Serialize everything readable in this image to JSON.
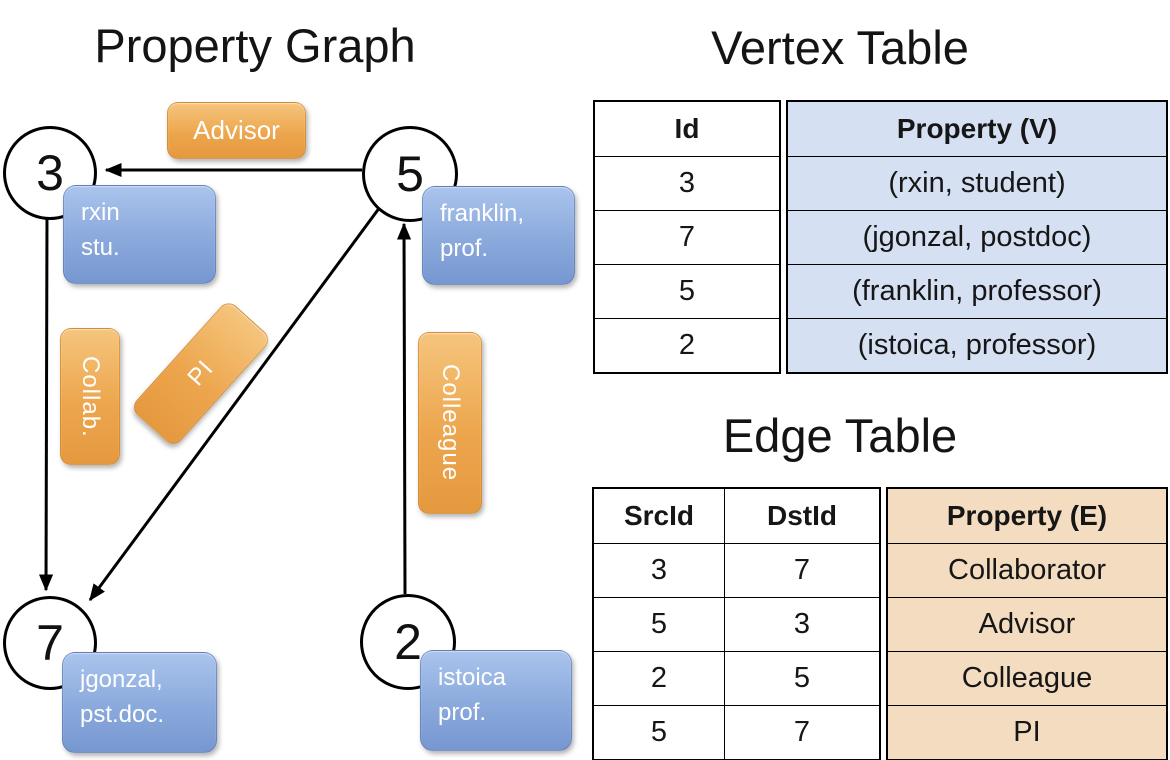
{
  "graph": {
    "title": "Property Graph",
    "nodes": [
      {
        "id": "3",
        "property_lines": [
          "rxin",
          "stu."
        ]
      },
      {
        "id": "5",
        "property_lines": [
          "franklin,",
          "prof."
        ]
      },
      {
        "id": "7",
        "property_lines": [
          "jgonzal,",
          "pst.doc."
        ]
      },
      {
        "id": "2",
        "property_lines": [
          "istoica",
          "prof."
        ]
      }
    ],
    "edges": [
      {
        "label": "Advisor",
        "src": "5",
        "dst": "3"
      },
      {
        "label": "Collab.",
        "src": "3",
        "dst": "7"
      },
      {
        "label": "PI",
        "src": "5",
        "dst": "7"
      },
      {
        "label": "Colleague",
        "src": "2",
        "dst": "5"
      }
    ]
  },
  "vertex_table": {
    "title": "Vertex Table",
    "columns": [
      "Id",
      "Property (V)"
    ],
    "rows": [
      [
        "3",
        "(rxin, student)"
      ],
      [
        "7",
        "(jgonzal, postdoc)"
      ],
      [
        "5",
        "(franklin, professor)"
      ],
      [
        "2",
        "(istoica, professor)"
      ]
    ]
  },
  "edge_table": {
    "title": "Edge Table",
    "columns": [
      "SrcId",
      "DstId",
      "Property (E)"
    ],
    "rows": [
      [
        "3",
        "7",
        "Collaborator"
      ],
      [
        "5",
        "3",
        "Advisor"
      ],
      [
        "2",
        "5",
        "Colleague"
      ],
      [
        "5",
        "7",
        "PI"
      ]
    ]
  },
  "colors": {
    "edge_label_accent": "#eda64e",
    "vertex_label_accent": "#8aa9dc",
    "vertex_table_fill": "#d6e0f3",
    "edge_table_fill": "#f3dcc0",
    "line_color": "#000000"
  }
}
